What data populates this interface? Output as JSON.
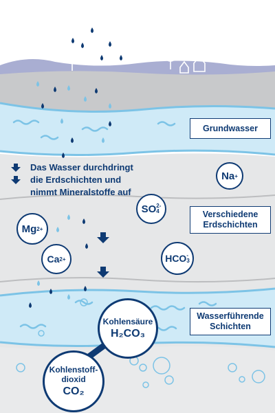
{
  "labels": {
    "groundwater": "Grundwasser",
    "layers_line1": "Verschiedene",
    "layers_line2": "Erdschichten",
    "aquifer_line1": "Wasserführende",
    "aquifer_line2": "Schichten"
  },
  "note": {
    "line1": "Das Wasser durchdringt",
    "line2": "die Erdschichten und",
    "line3": "nimmt Mineralstoffe auf"
  },
  "ions": {
    "na": {
      "base": "Na",
      "sup": "+"
    },
    "so4": {
      "base": "SO",
      "sub": "4",
      "sup": "2-"
    },
    "mg": {
      "base": "Mg",
      "sup": "2+"
    },
    "ca": {
      "base": "Ca",
      "sup": "2+"
    },
    "hco3": {
      "base": "HCO",
      "sub": "3",
      "sup": "-"
    }
  },
  "carbonic_acid": {
    "name": "Kohlensäure",
    "formula": "H₂CO₃"
  },
  "co2": {
    "name_line1": "Kohlenstoff-",
    "name_line2": "dioxid",
    "formula": "CO₂"
  },
  "colors": {
    "dark_blue": "#0e3a73",
    "light_blue": "#7cc3e6",
    "water_band": "#cfeaf7",
    "ground_gray": "#d2d3d5",
    "hill_lilac": "#a9aed2"
  }
}
